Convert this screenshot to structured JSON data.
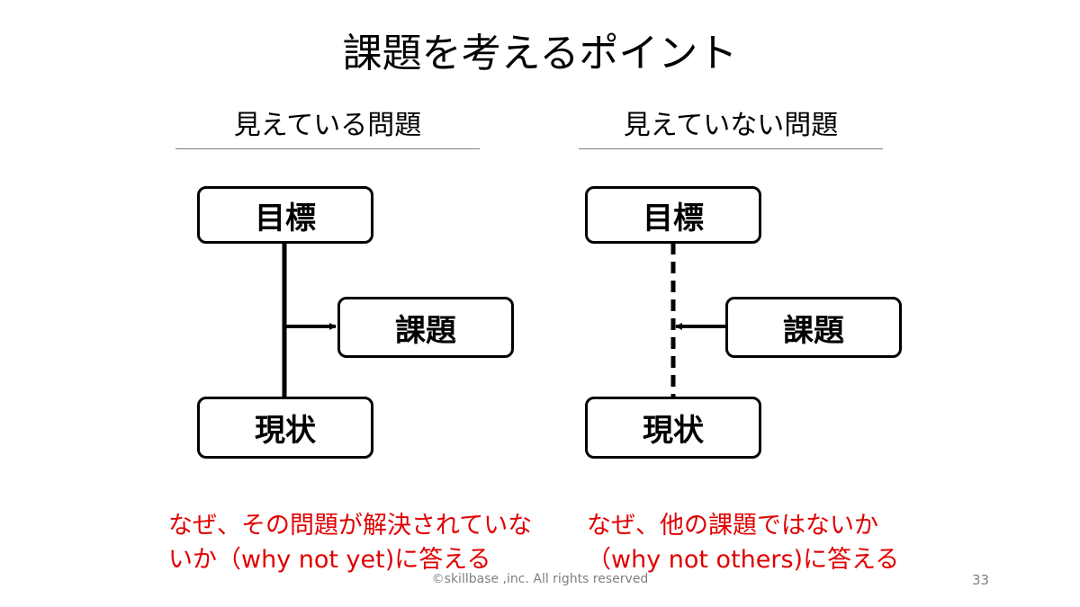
{
  "title": "課題を考えるポイント",
  "left": {
    "heading": "見えている問題",
    "goal": "目標",
    "issue": "課題",
    "current": "現状",
    "note_line1": "なぜ、その問題が解決されていな",
    "note_line2": "いか（why not yet)に答える"
  },
  "right": {
    "heading": "見えていない問題",
    "goal": "目標",
    "issue": "課題",
    "current": "現状",
    "note_line1": "なぜ、他の課題ではないか",
    "note_line2": "（why not others)に答える"
  },
  "footer": {
    "copyright": "©skillbase ,inc. All rights reserved",
    "page_number": "33"
  },
  "colors": {
    "note": "#e00000",
    "rule": "#7f7f7f"
  }
}
